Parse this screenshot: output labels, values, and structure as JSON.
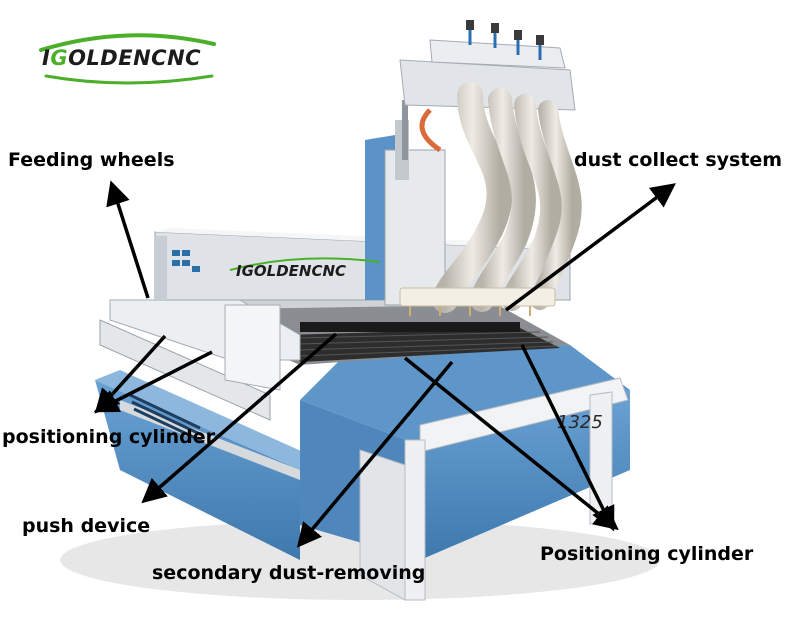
{
  "logo": {
    "brand_prefix": "I",
    "brand_g": "G",
    "brand_rest": "OLDENCNC",
    "panel_text": "IGOLDENCNC",
    "model_mark": "1325",
    "colors": {
      "green": "#4caf2a",
      "dark": "#1c1c1c"
    }
  },
  "labels": {
    "feeding_wheels": "Feeding wheels",
    "dust_collect": "dust collect system",
    "positioning_cylinder_left": "positioning cylinder",
    "push_device": "push device",
    "secondary_dust": "secondary dust-removing",
    "positioning_cylinder_right": "Positioning cylinder"
  },
  "colors": {
    "machine_blue": "#5b93c8",
    "machine_white": "#e9ecef",
    "table_dark": "#2a2a2a",
    "hose": "#d9d4cc",
    "arrow": "#000000"
  }
}
